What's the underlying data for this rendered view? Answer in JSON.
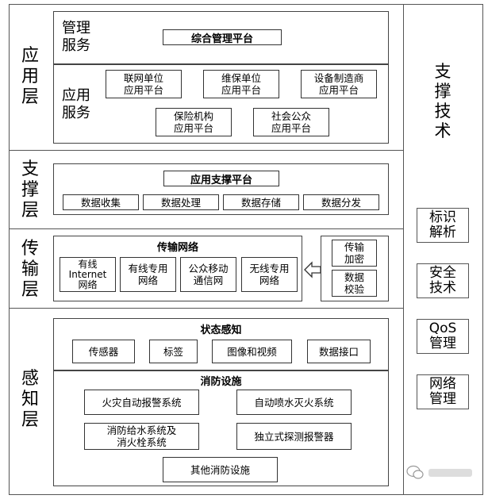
{
  "layers": {
    "application": {
      "label": "应\n用\n层"
    },
    "support": {
      "label": "支\n撑\n层"
    },
    "transport": {
      "label": "传\n输\n层"
    },
    "perception": {
      "label": "感\n知\n层"
    }
  },
  "management": {
    "label": "管理\n服务",
    "platform": "综合管理平台"
  },
  "app_service": {
    "label": "应用\n服务",
    "platforms": [
      "联网单位\n应用平台",
      "维保单位\n应用平台",
      "设备制造商\n应用平台",
      "保险机构\n应用平台",
      "社会公众\n应用平台"
    ]
  },
  "support_layer": {
    "title": "应用支撑平台",
    "items": [
      "数据收集",
      "数据处理",
      "数据存储",
      "数据分发"
    ]
  },
  "transport_layer": {
    "title": "传输网络",
    "items": [
      "有线\nInternet\n网络",
      "有线专用\n网络",
      "公众移动\n通信网",
      "无线专用\n网络"
    ],
    "security": [
      "传输\n加密",
      "数据\n校验"
    ]
  },
  "perception_layer": {
    "state_title": "状态感知",
    "state_items": [
      "传感器",
      "标签",
      "图像和视频",
      "数据接口"
    ],
    "fire_title": "消防设施",
    "fire_items": [
      "火灾自动报警系统",
      "自动喷水灭火系统",
      "消防给水系统及\n消火栓系统",
      "独立式探测报警器",
      "其他消防设施"
    ]
  },
  "support_tech": {
    "title": "支\n撑\n技\n术",
    "items": [
      "标识\n解析",
      "安全\n技术",
      "QoS\n管理",
      "网络\n管理"
    ]
  }
}
